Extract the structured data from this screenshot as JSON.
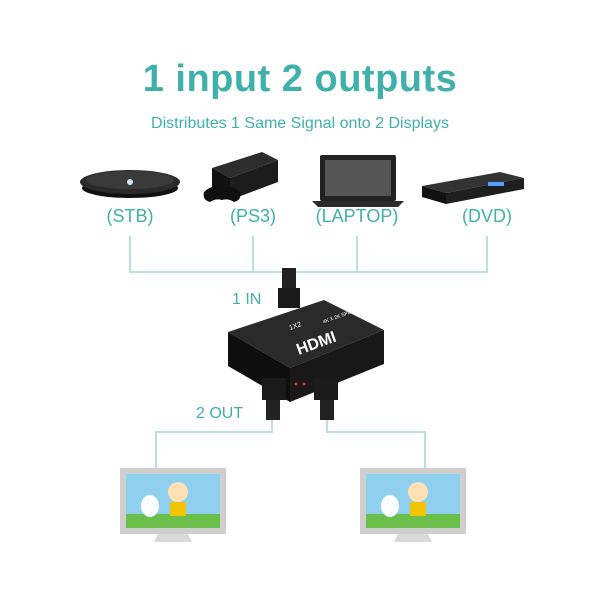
{
  "title": "1 input 2 outputs",
  "subtitle": "Distributes 1 Same Signal onto 2 Displays",
  "devices": [
    {
      "label": "(STB)",
      "icon": "set-top-box-icon"
    },
    {
      "label": "(PS3)",
      "icon": "game-console-icon"
    },
    {
      "label": "(LAPTOP)",
      "icon": "laptop-icon"
    },
    {
      "label": "(DVD)",
      "icon": "dvd-player-icon"
    }
  ],
  "input_label": "1 IN",
  "output_label": "2 OUT",
  "splitter": {
    "brand": "HDMI",
    "model": "1X2",
    "subtitle": "4K X 2K SPLITTER"
  },
  "colors": {
    "accent": "#3fb0ab",
    "line": "#b9e0de",
    "device": "#1a1a1a"
  }
}
